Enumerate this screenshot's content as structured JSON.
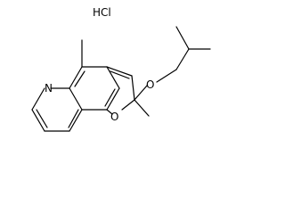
{
  "salt": "HCl",
  "atoms": {
    "nitrogen": "N",
    "oxygen_ring": "O",
    "oxygen_ether": "O"
  }
}
